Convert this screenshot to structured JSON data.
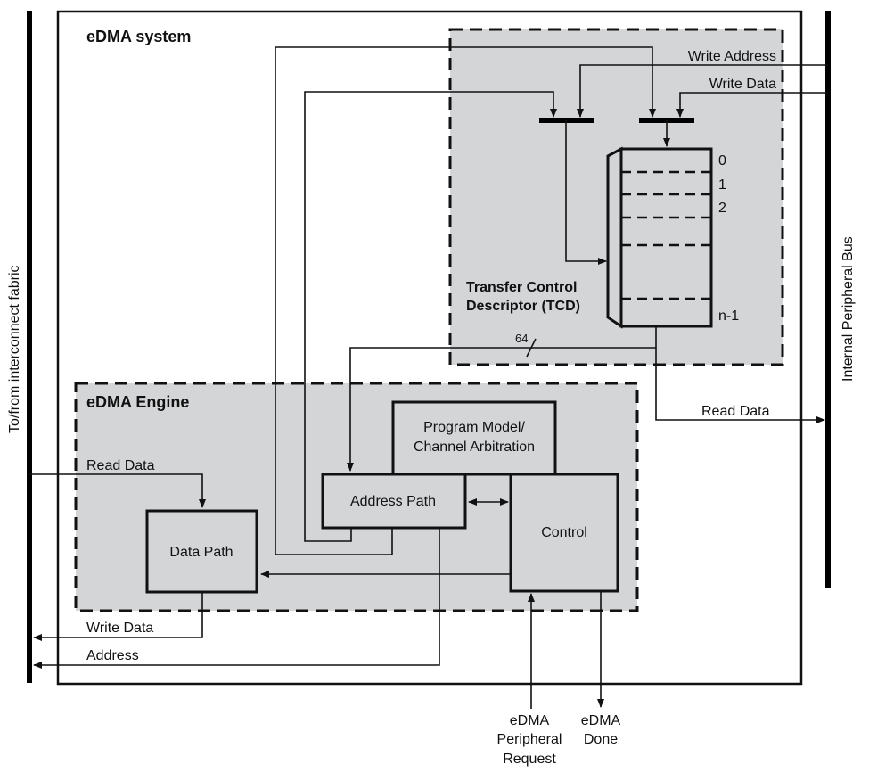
{
  "diagram": {
    "system_title": "eDMA system",
    "left_bus_label": "To/from interconnect fabric",
    "right_bus_label": "Internal Peripheral Bus",
    "tcd": {
      "title_line1": "Transfer Control",
      "title_line2": "Descriptor (TCD)",
      "row_labels": [
        "0",
        "1",
        "2",
        "n-1"
      ],
      "bus_width": "64",
      "write_address_label": "Write Address",
      "write_data_label": "Write Data",
      "read_data_label": "Read Data"
    },
    "engine": {
      "title": "eDMA Engine",
      "program_model_line1": "Program Model/",
      "program_model_line2": "Channel Arbitration",
      "address_path": "Address Path",
      "control": "Control",
      "data_path": "Data Path",
      "read_data_label": "Read Data",
      "write_data_label": "Write Data",
      "address_label": "Address"
    },
    "signals": {
      "peripheral_request_line1": "eDMA",
      "peripheral_request_line2": "Peripheral",
      "peripheral_request_line3": "Request",
      "done_line1": "eDMA",
      "done_line2": "Done"
    }
  }
}
